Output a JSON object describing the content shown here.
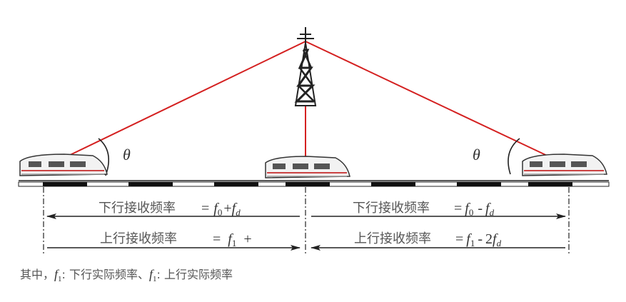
{
  "angle_symbol": "θ",
  "down_label": "下行接收频率",
  "up_label": "上行接收频率",
  "down_formula_left": {
    "eq": "=",
    "f0": "f",
    "f0_sub": "0",
    "plus": "+",
    "fd": "f",
    "fd_sub": "d"
  },
  "down_formula_right": {
    "eq": "=",
    "f0": "f",
    "f0_sub": "0",
    "minus": "-",
    "fd": "f",
    "fd_sub": "d"
  },
  "up_formula_left": {
    "eq": "=",
    "f1": "f",
    "f1_sub": "1",
    "plus": "+"
  },
  "up_formula_right": {
    "eq": "=",
    "f1": "f",
    "f1_sub": "1",
    "minus": "-",
    "coef": "2",
    "fd": "f",
    "fd_sub": "d"
  },
  "note": {
    "prefix": "其中，",
    "f": "f",
    "sub": "1",
    "part1": ": 下行实际频率、",
    "part2": ": 上行实际频率"
  },
  "colors": {
    "signal": "#d42020",
    "track": "#222222",
    "arrow": "#222222"
  }
}
